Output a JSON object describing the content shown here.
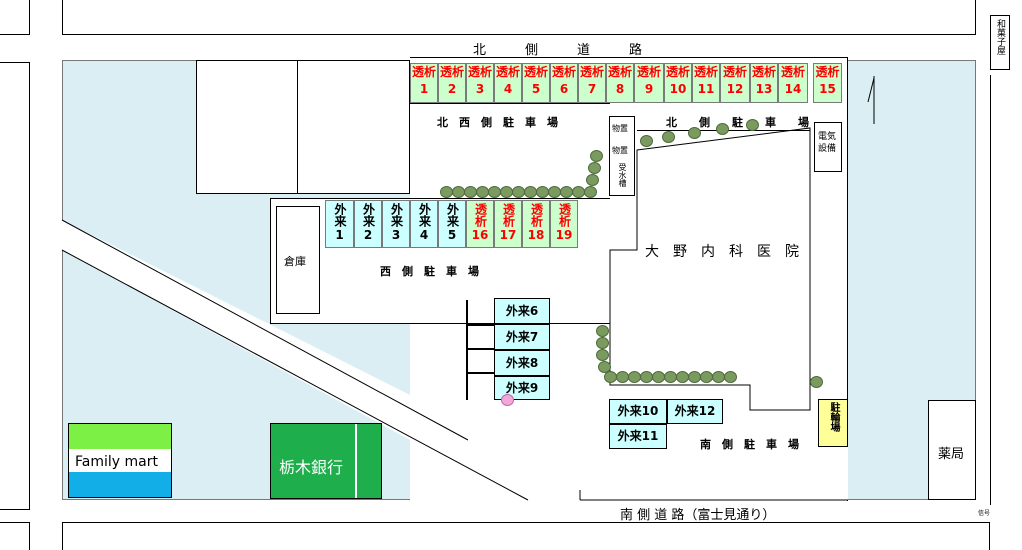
{
  "roads": {
    "north": "北　　　側　　　道　　　路",
    "south": "南 側 道 路（富士見通り）",
    "side_shop": "和菓子屋",
    "south_small": "信号"
  },
  "dialysis_north": [
    {
      "label": "透析",
      "num": "1"
    },
    {
      "label": "透析",
      "num": "2"
    },
    {
      "label": "透析",
      "num": "3"
    },
    {
      "label": "透析",
      "num": "4"
    },
    {
      "label": "透析",
      "num": "5"
    },
    {
      "label": "透析",
      "num": "6"
    },
    {
      "label": "透析",
      "num": "7"
    },
    {
      "label": "透析",
      "num": "8"
    },
    {
      "label": "透析",
      "num": "9"
    },
    {
      "label": "透析",
      "num": "10"
    },
    {
      "label": "透析",
      "num": "11"
    },
    {
      "label": "透析",
      "num": "12"
    },
    {
      "label": "透析",
      "num": "13"
    },
    {
      "label": "透析",
      "num": "14"
    }
  ],
  "dialysis_15": {
    "label": "透析",
    "num": "15"
  },
  "west_slots": [
    {
      "label": "外来",
      "num": "1"
    },
    {
      "label": "外来",
      "num": "2"
    },
    {
      "label": "外来",
      "num": "3"
    },
    {
      "label": "外来",
      "num": "4"
    },
    {
      "label": "外来",
      "num": "5"
    }
  ],
  "west_dialysis": [
    {
      "label": "透析",
      "num": "16"
    },
    {
      "label": "透析",
      "num": "17"
    },
    {
      "label": "透析",
      "num": "18"
    },
    {
      "label": "透析",
      "num": "19"
    }
  ],
  "mid_slots": [
    "外来6",
    "外来7",
    "外来8",
    "外来9"
  ],
  "south_slots": [
    "外来10",
    "外来12",
    "外来11"
  ],
  "lots": {
    "northwest": "北　西　側　駐　車　場",
    "north": "北　　側　　駐　　車　　場",
    "west": "西　側　駐　車　場",
    "south": "南　側　駐　車　場"
  },
  "buildings": {
    "hospital": "大　野　内　科　医　院",
    "warehouse": "倉庫",
    "storage1": "物置",
    "storage2": "物置",
    "water_tank": "受水槽",
    "electrical": "電気設備",
    "bike_parking": "駐輪場",
    "pharmacy": "薬局",
    "family_mart": "Family mart",
    "tochigi_bank": "栃木銀行"
  },
  "colors": {
    "ground": "#dbeef4",
    "red": "#ff0000",
    "green_slot": "#ccffcc",
    "blue_slot": "#ccffff",
    "bank": "#1fae4c",
    "bike": "#ffff99"
  }
}
